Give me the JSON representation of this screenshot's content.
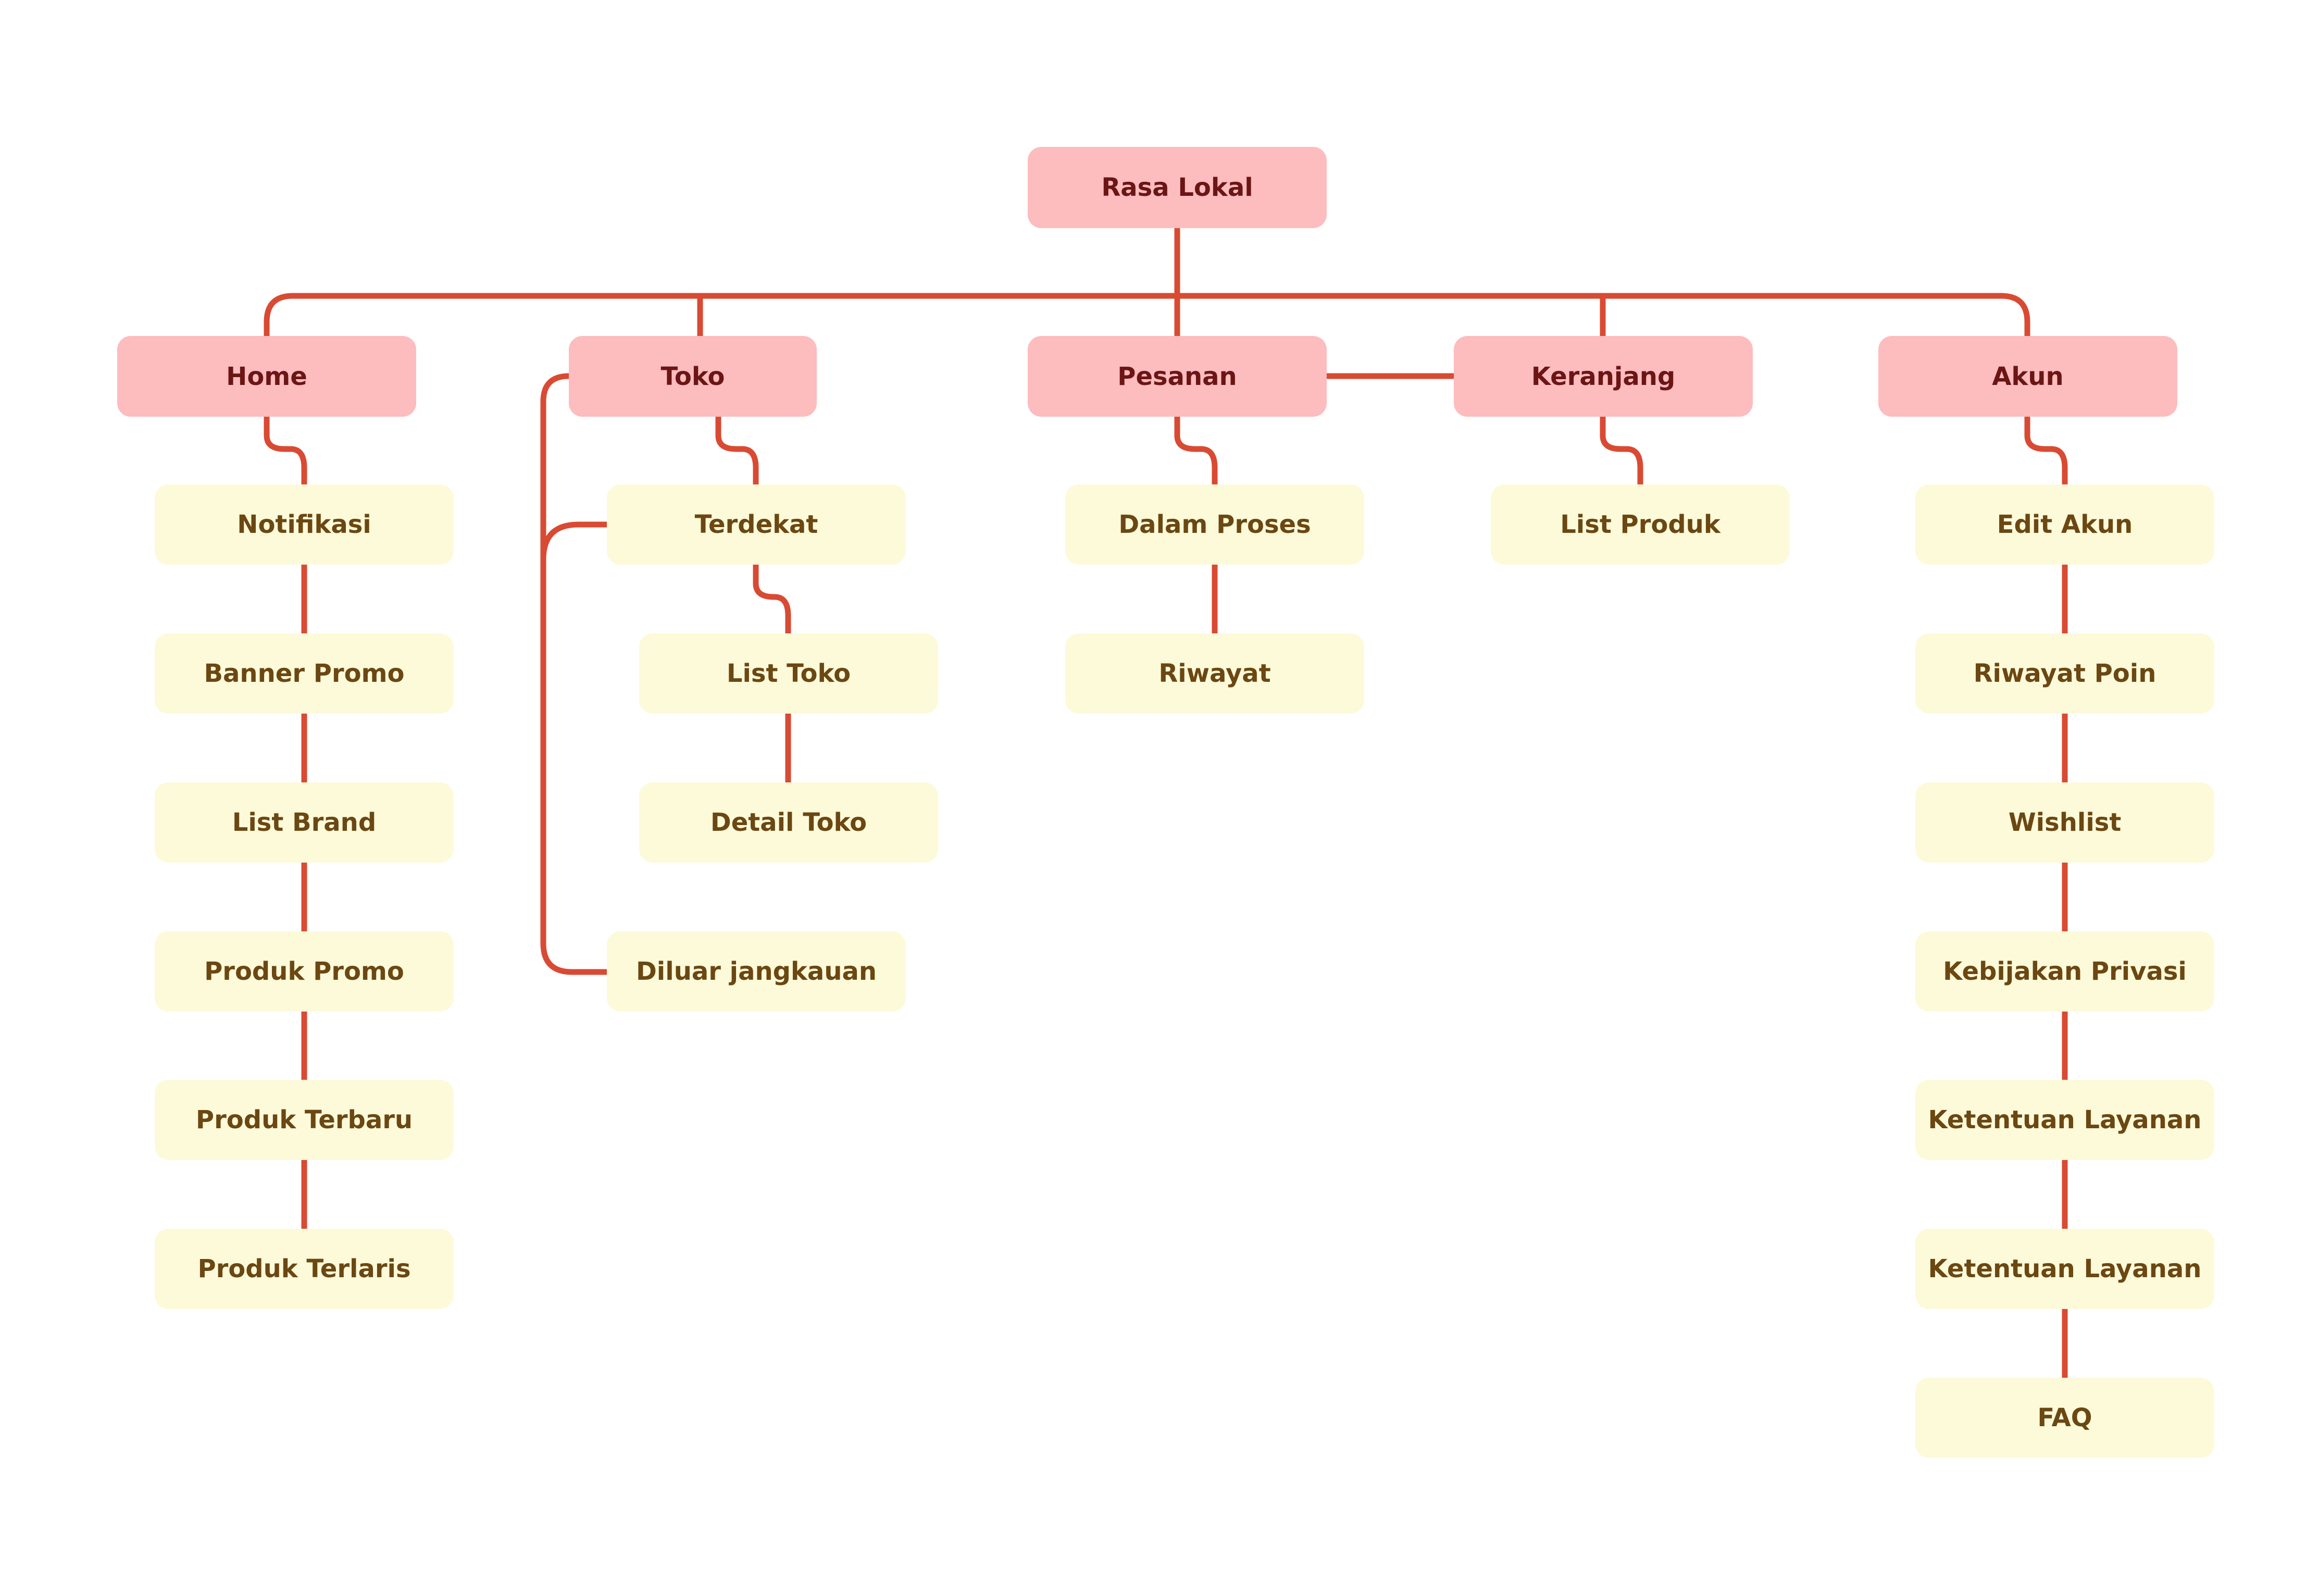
{
  "colors": {
    "connector": "#d94a33",
    "section_fill": "#fdbcbe",
    "section_text": "#6b1515",
    "page_fill": "#fdfada",
    "page_text": "#6b4712",
    "background": "#ffffff"
  },
  "root": {
    "label": "Rasa Lokal"
  },
  "sections": {
    "home": {
      "label": "Home",
      "pages": [
        "Notifikasi",
        "Banner Promo",
        "List Brand",
        "Produk Promo",
        "Produk Terbaru",
        "Produk Terlaris"
      ]
    },
    "toko": {
      "label": "Toko",
      "terdekat": "Terdekat",
      "list_toko": "List Toko",
      "detail_toko": "Detail Toko",
      "diluar": "Diluar jangkauan"
    },
    "pesanan": {
      "label": "Pesanan",
      "pages": [
        "Dalam Proses",
        "Riwayat"
      ]
    },
    "keranjang": {
      "label": "Keranjang",
      "pages": [
        "List Produk"
      ]
    },
    "akun": {
      "label": "Akun",
      "pages": [
        "Edit Akun",
        "Riwayat Poin",
        "Wishlist",
        "Kebijakan Privasi",
        "Ketentuan Layanan",
        "Ketentuan Layanan",
        "FAQ"
      ]
    }
  }
}
